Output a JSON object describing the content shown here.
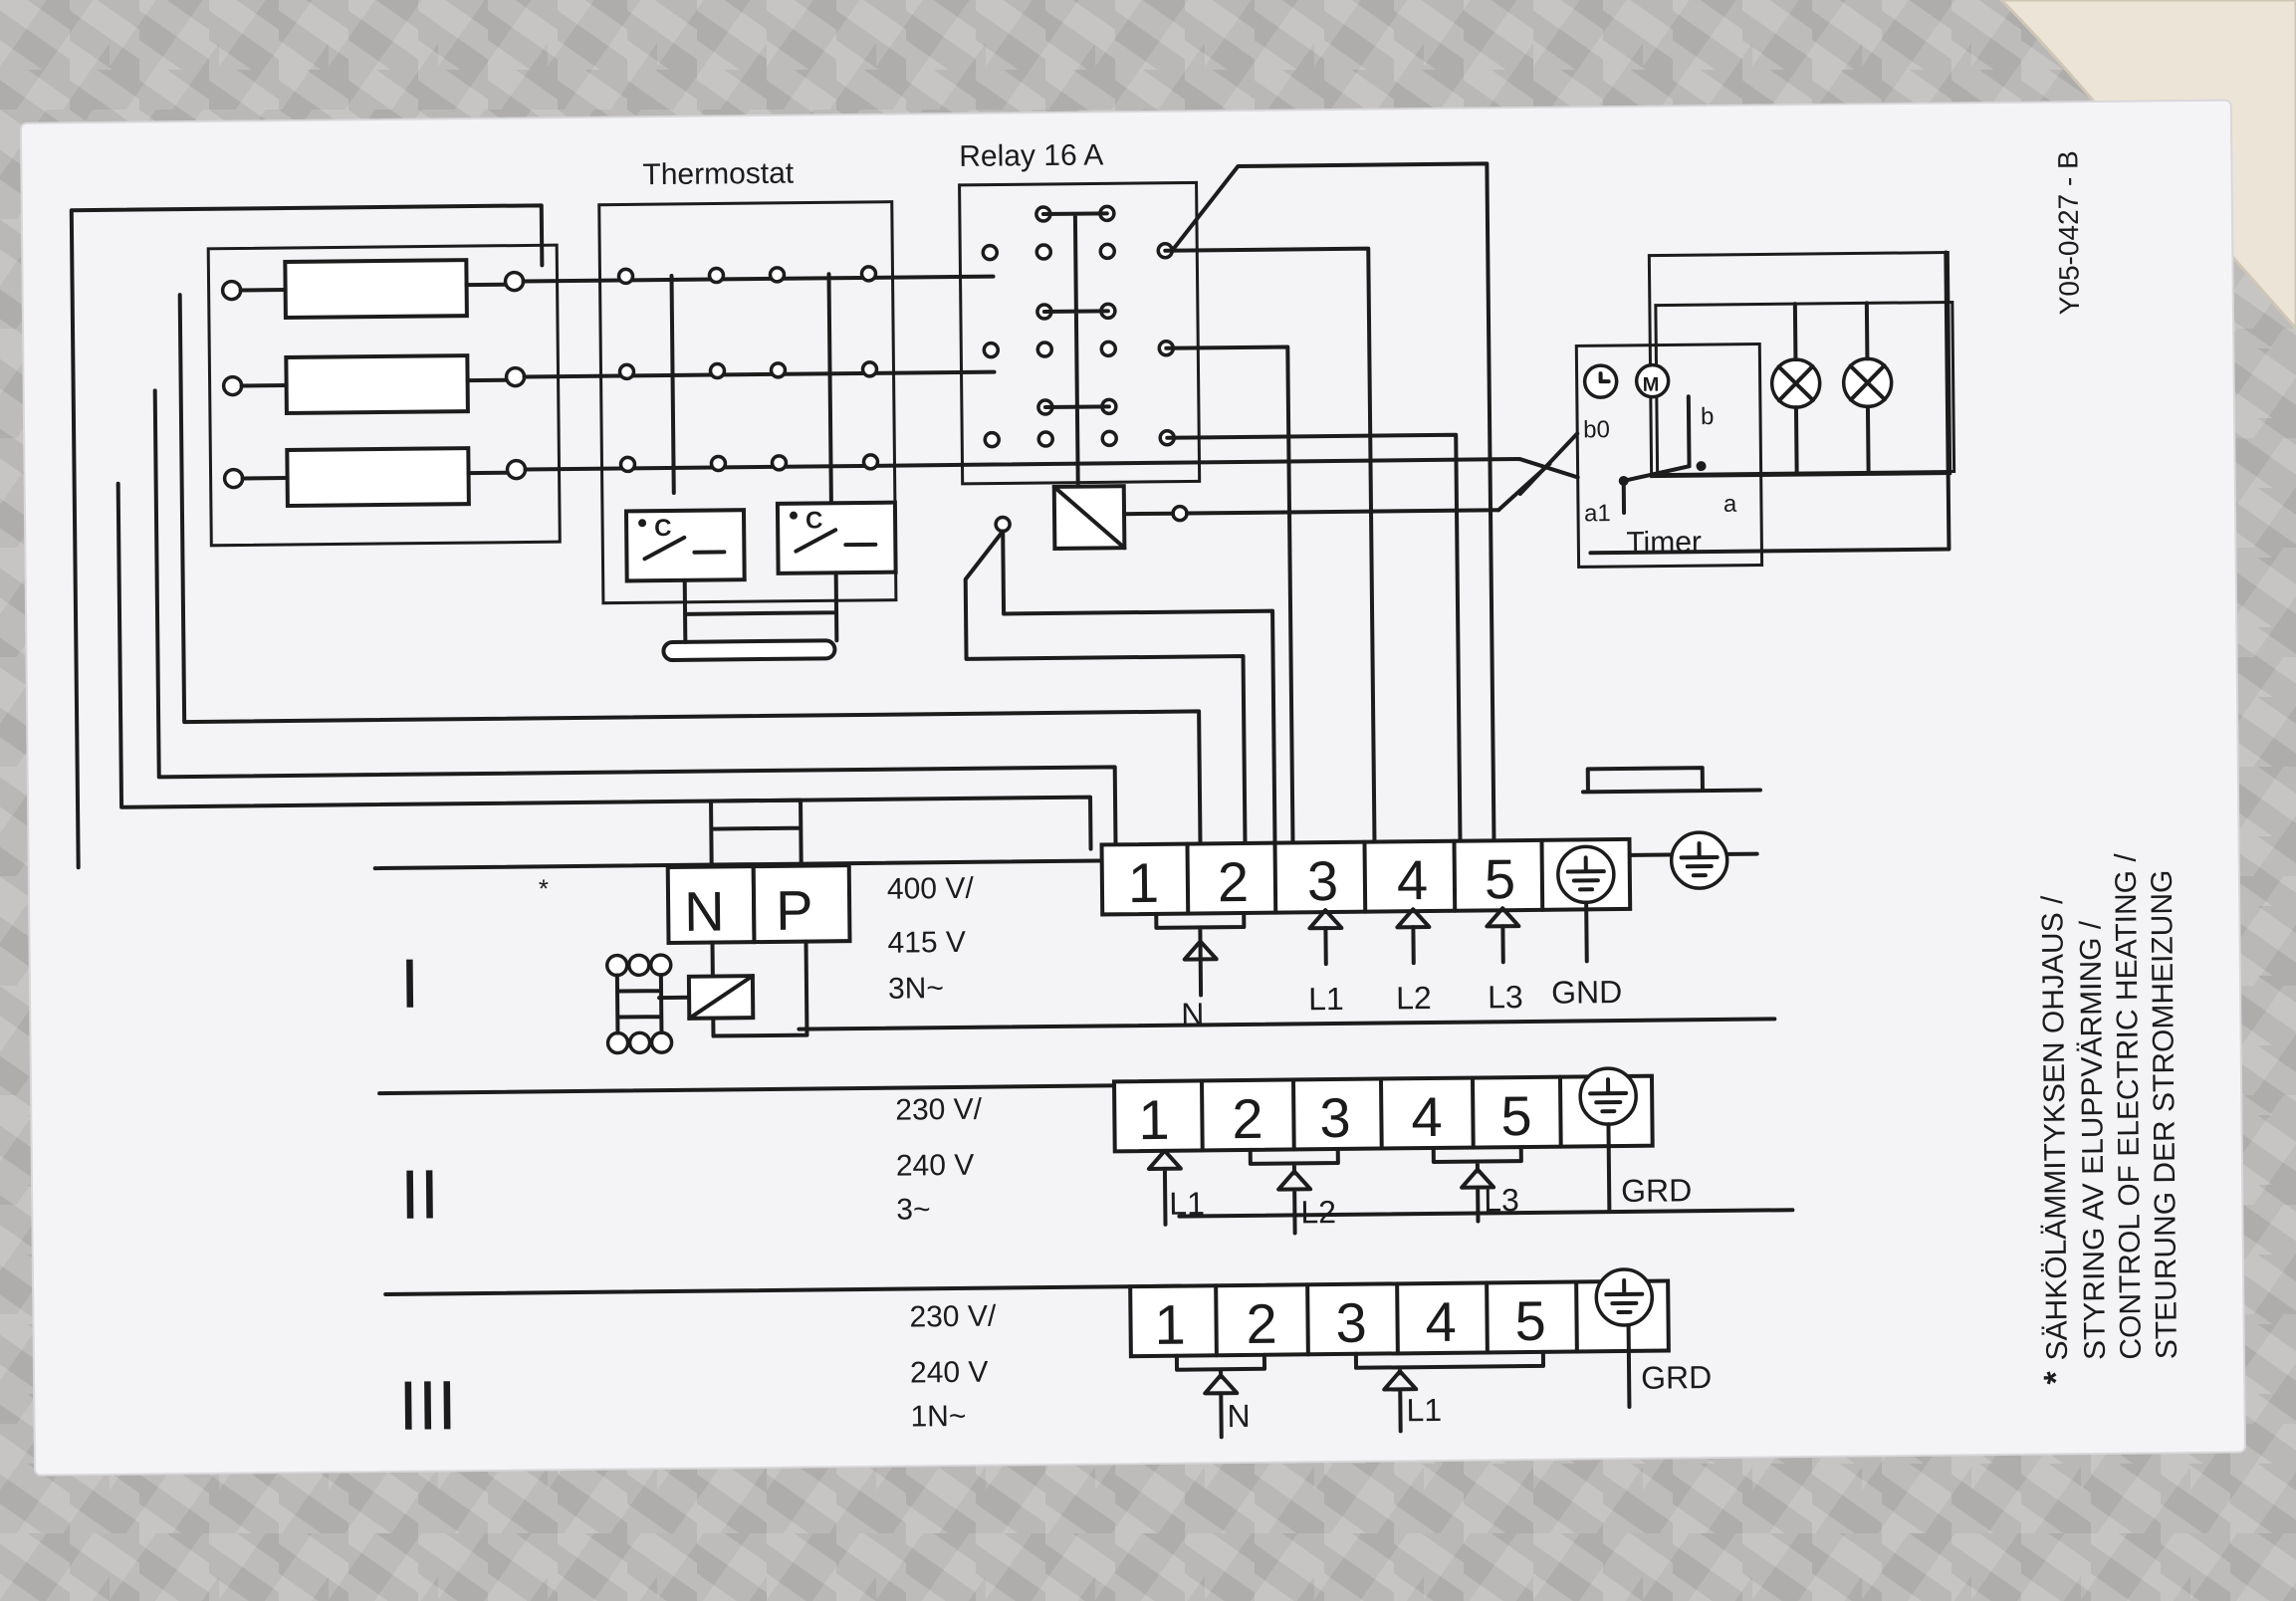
{
  "labels": {
    "thermostat": "Thermostat",
    "relay": "Relay 16 A",
    "timer": "Timer",
    "timer_b0": "b0",
    "timer_b": "b",
    "timer_a1": "a1",
    "timer_a": "a",
    "motor": "M",
    "contact_c": "C",
    "doc_code": "Y05-0427 - B",
    "np_n": "N",
    "np_p": "P",
    "asterisk": "*",
    "footnote_asterisk": "*"
  },
  "footnote": [
    "SÄHKÖLÄMMITYKSEN OHJAUS /",
    "STYRING AV ELUPPVÄRMING /",
    "CONTROL OF ELECTRIC HEATING /",
    "STEURUNG DER STROMHEIZUNG"
  ],
  "sections": [
    {
      "numeral": "I",
      "voltage": [
        "400 V/",
        "415 V",
        "3N~"
      ],
      "terminals": [
        "1",
        "2",
        "3",
        "4",
        "5"
      ],
      "feeds": [
        "N",
        "L1",
        "L2",
        "L3"
      ],
      "ground": "GND"
    },
    {
      "numeral": "II",
      "voltage": [
        "230 V/",
        "240 V",
        "3~"
      ],
      "terminals": [
        "1",
        "2",
        "3",
        "4",
        "5"
      ],
      "feeds": [
        "L1",
        "L2",
        "L3"
      ],
      "ground": "GRD"
    },
    {
      "numeral": "III",
      "voltage": [
        "230 V/",
        "240 V",
        "1N~"
      ],
      "terminals": [
        "1",
        "2",
        "3",
        "4",
        "5"
      ],
      "feeds": [
        "N",
        "L1"
      ],
      "ground": "GRD"
    }
  ],
  "colors": {
    "paper": "#f4f3f6",
    "ink": "#1c1c1c",
    "background": "#b9b8b6"
  }
}
